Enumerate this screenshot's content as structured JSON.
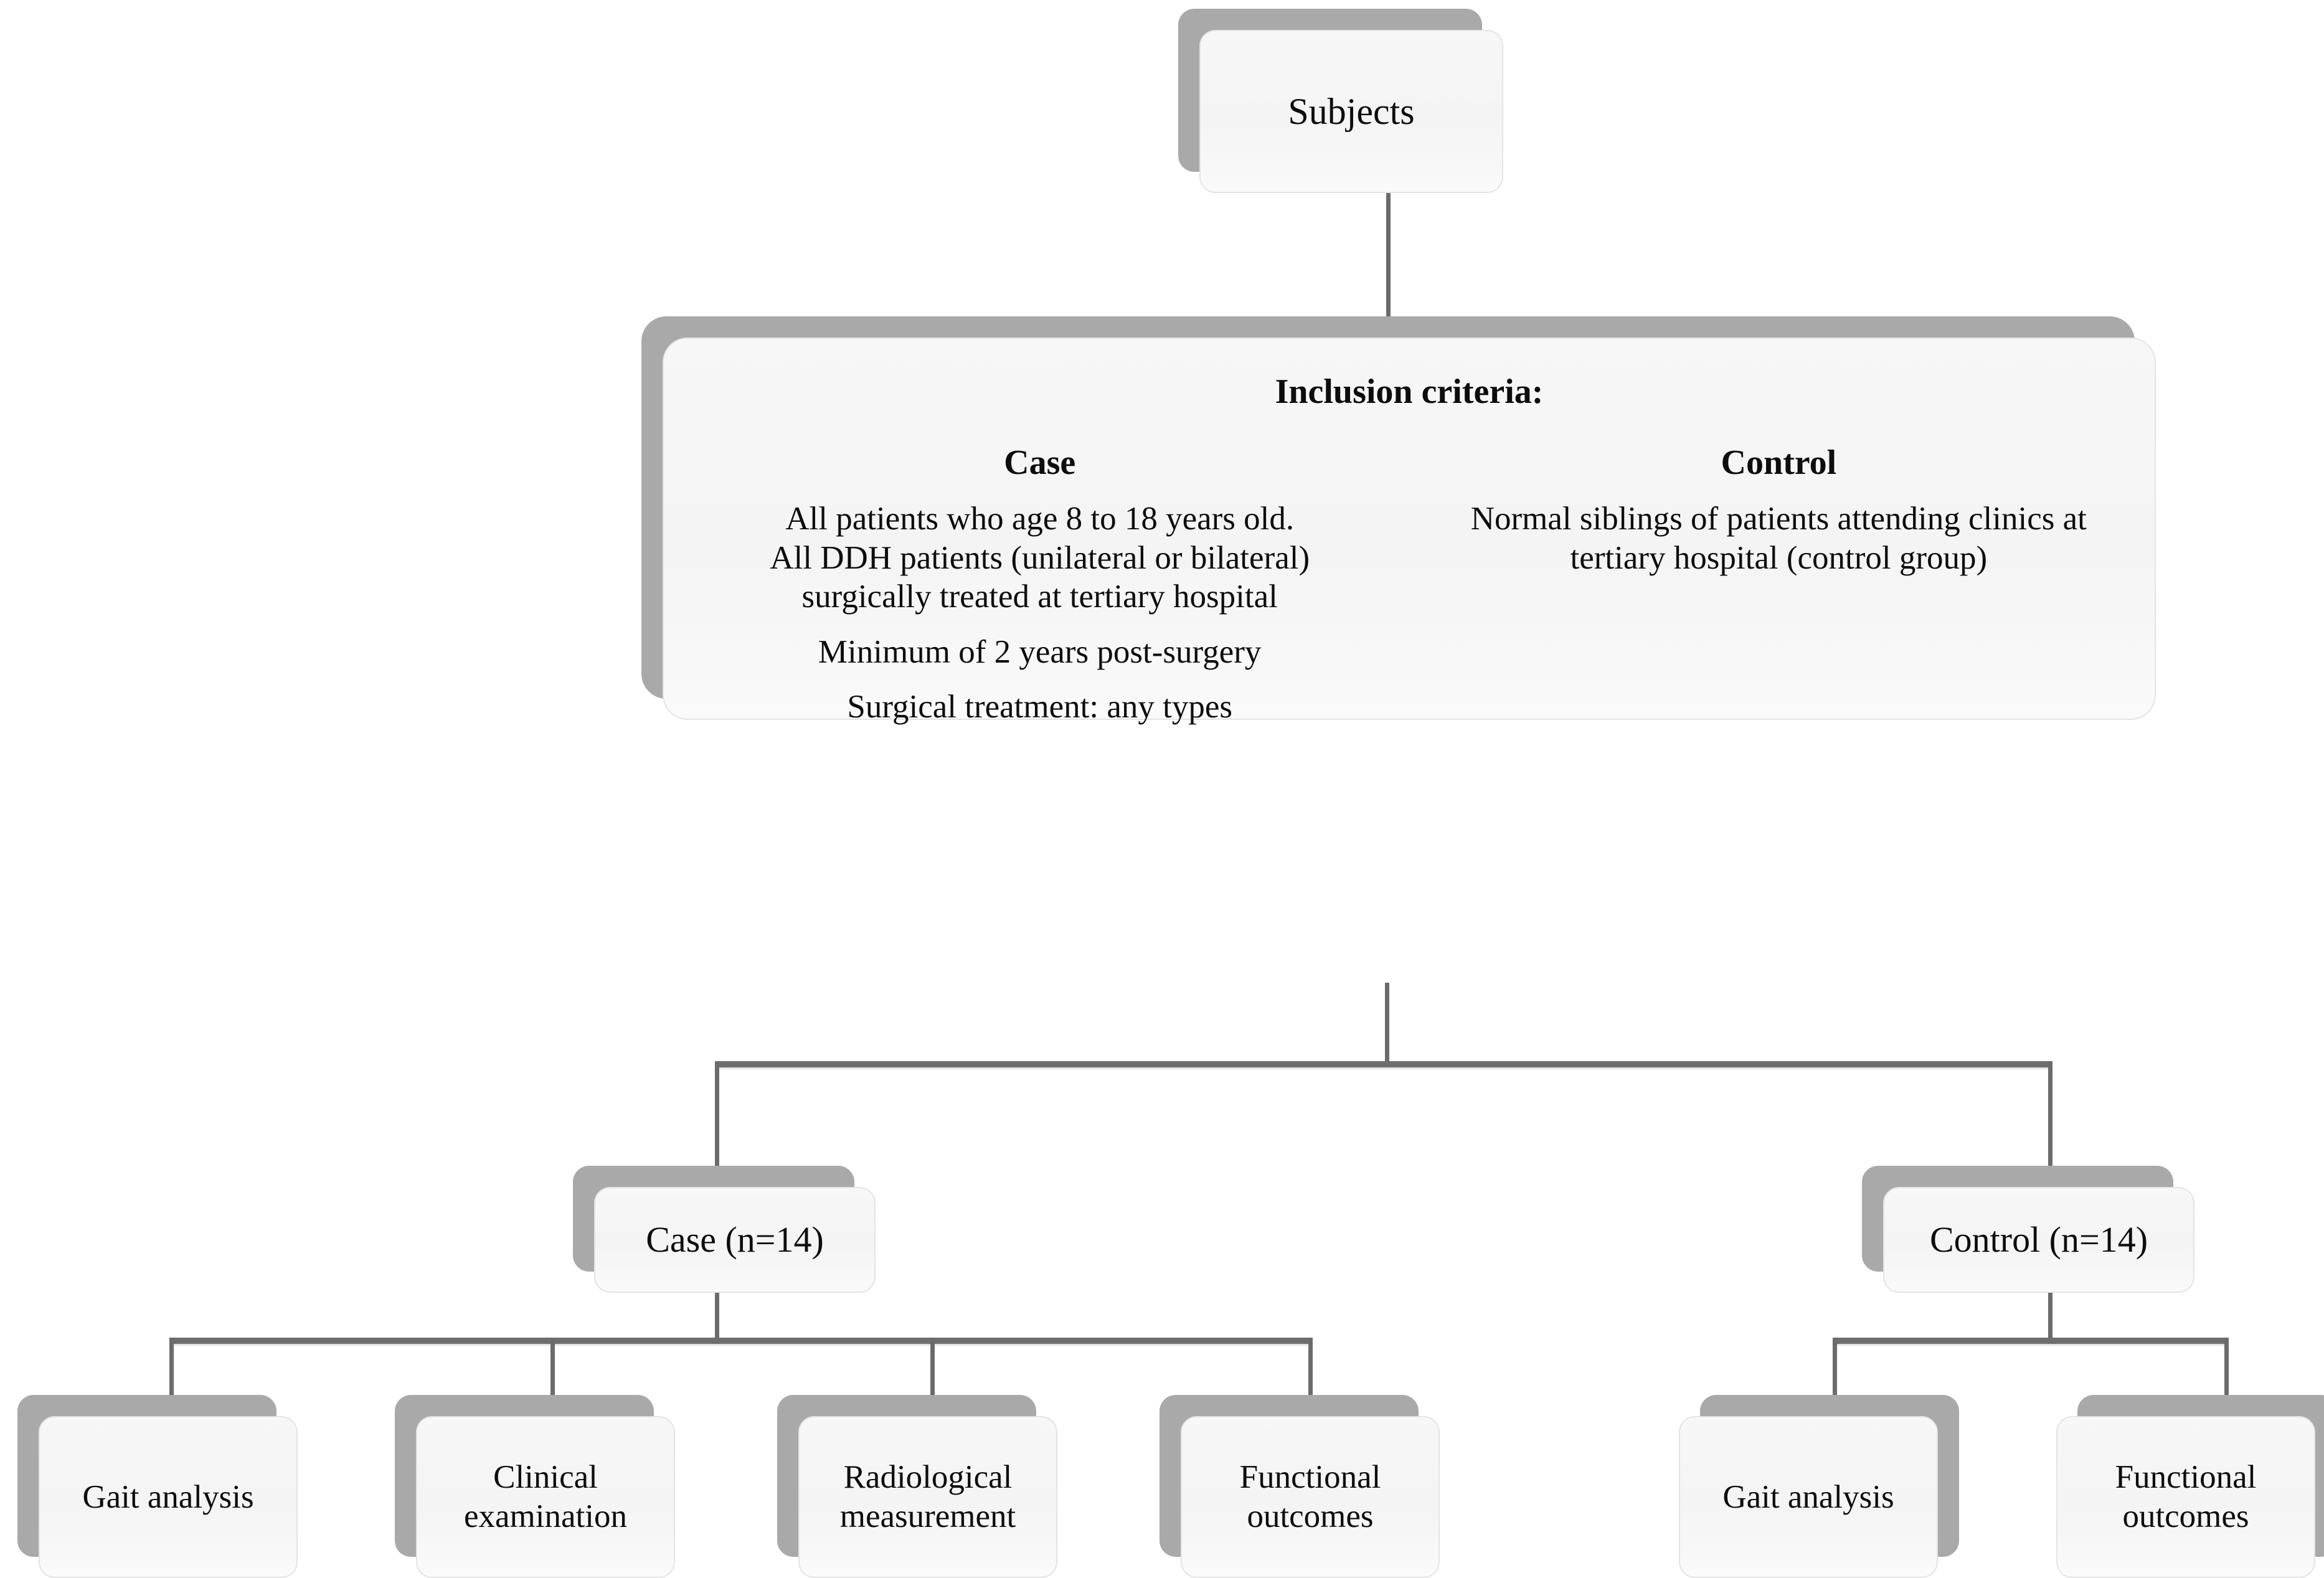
{
  "diagram": {
    "title": "Study flow diagram",
    "colors": {
      "node_fill": "#f5f5f5",
      "node_border": "#e4e4e4",
      "shadow": "#a9a9a9",
      "connector": "#6b6b6b",
      "text": "#0d0d0d"
    },
    "root": {
      "label": "Subjects"
    },
    "criteria": {
      "title": "Inclusion criteria:",
      "columns": [
        {
          "heading": "Case",
          "lines": [
            "All patients who age 8 to 18 years old.",
            "All DDH patients (unilateral or bilateral) surgically treated at tertiary hospital",
            "Minimum of 2 years post-surgery",
            "Surgical treatment: any types"
          ]
        },
        {
          "heading": "Control",
          "lines": [
            "Normal siblings of patients attending clinics at tertiary hospital (control group)"
          ]
        }
      ]
    },
    "groups": [
      {
        "label": "Case (n=14)",
        "children": [
          "Gait analysis",
          "Clinical examination",
          "Radiological measurement",
          "Functional outcomes"
        ]
      },
      {
        "label": "Control (n=14)",
        "children": [
          "Gait analysis",
          "Functional outcomes"
        ]
      }
    ]
  }
}
